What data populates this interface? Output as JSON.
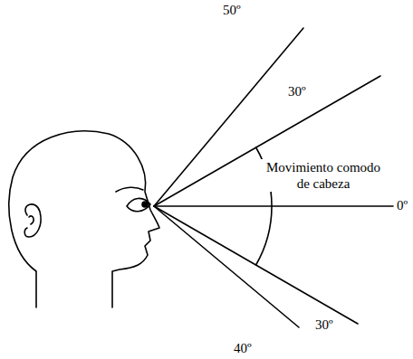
{
  "diagram": {
    "labels": [
      "50º",
      "30º",
      "Movimiento comodo de cabeza",
      "0º",
      "30º",
      "40º"
    ]
  }
}
